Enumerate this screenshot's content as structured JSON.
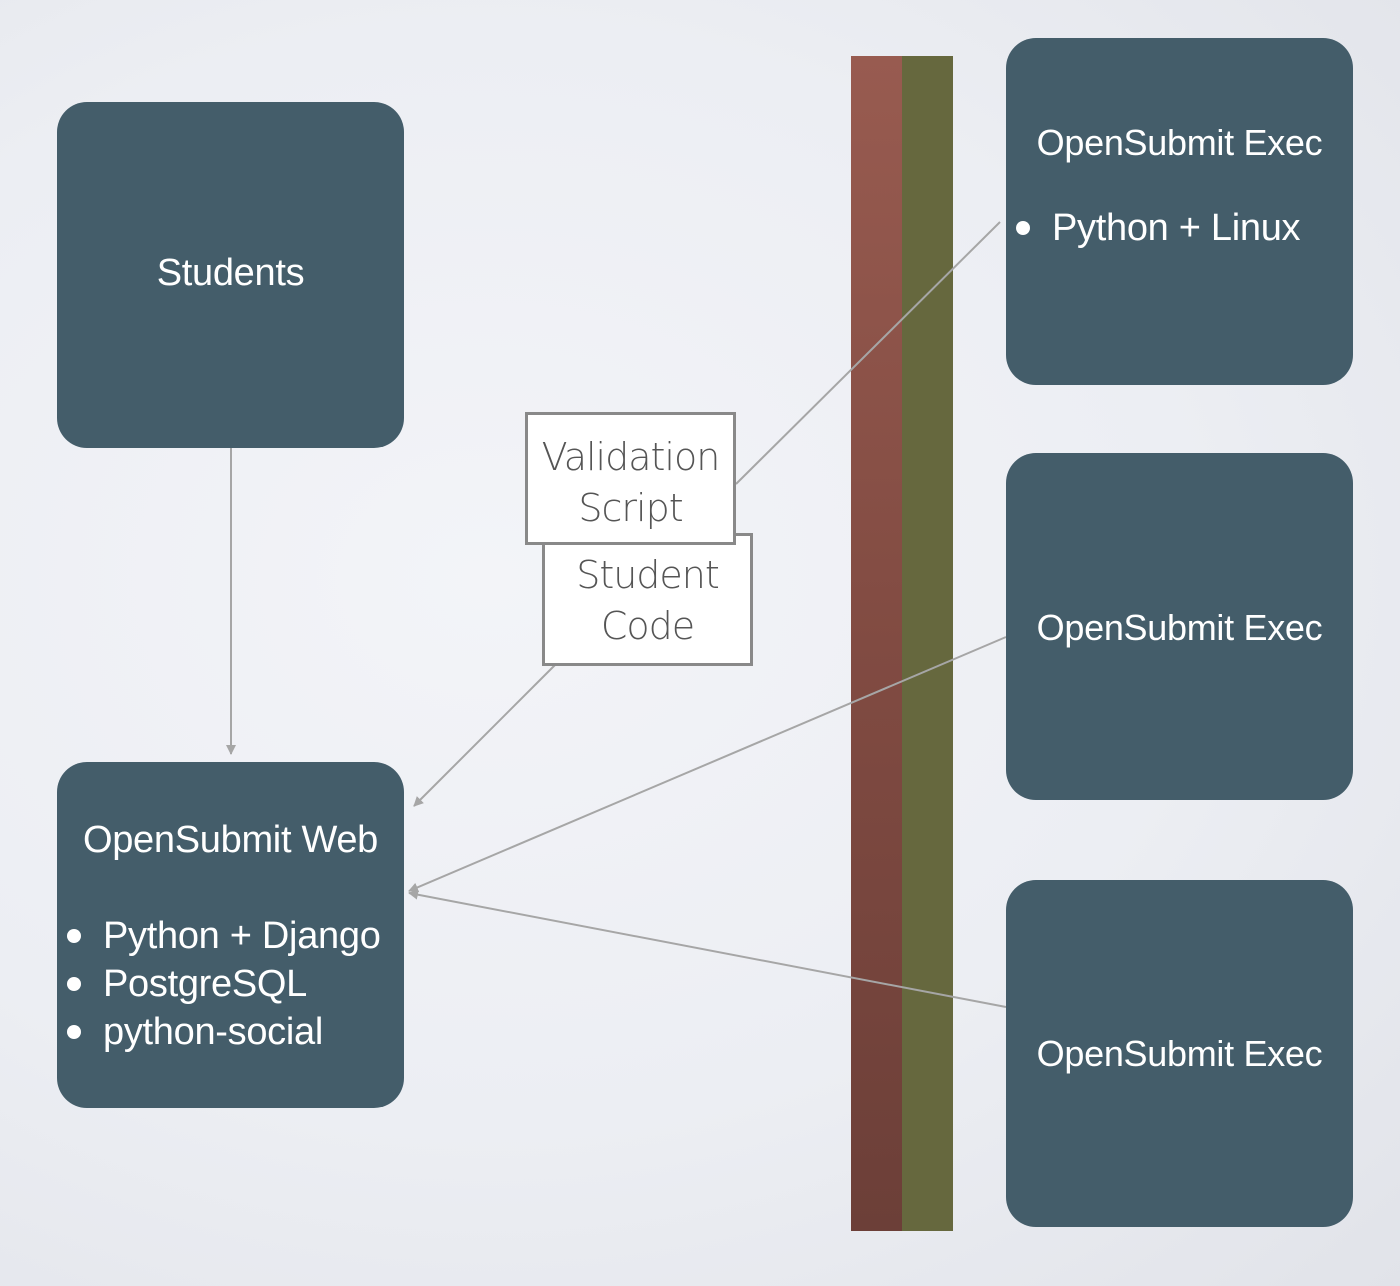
{
  "colors": {
    "node_fill": "#445d6a",
    "node_text": "#ffffff",
    "bar_red": "#8a5046",
    "bar_green": "#66683e",
    "connector": "#a6a6a6",
    "doc_border": "#898989",
    "doc_text": "#555555"
  },
  "nodes": {
    "students": {
      "title": "Students"
    },
    "web": {
      "title": "OpenSubmit Web",
      "bullets": [
        "Python + Django",
        "PostgreSQL",
        "python-social"
      ]
    },
    "exec1": {
      "title": "OpenSubmit Exec",
      "bullets": [
        "Python + Linux"
      ]
    },
    "exec2": {
      "title": "OpenSubmit Exec"
    },
    "exec3": {
      "title": "OpenSubmit Exec"
    }
  },
  "documents": {
    "validation_script": {
      "line1": "Validation",
      "line2": "Script"
    },
    "student_code": {
      "line1": "Student",
      "line2": "Code"
    }
  }
}
